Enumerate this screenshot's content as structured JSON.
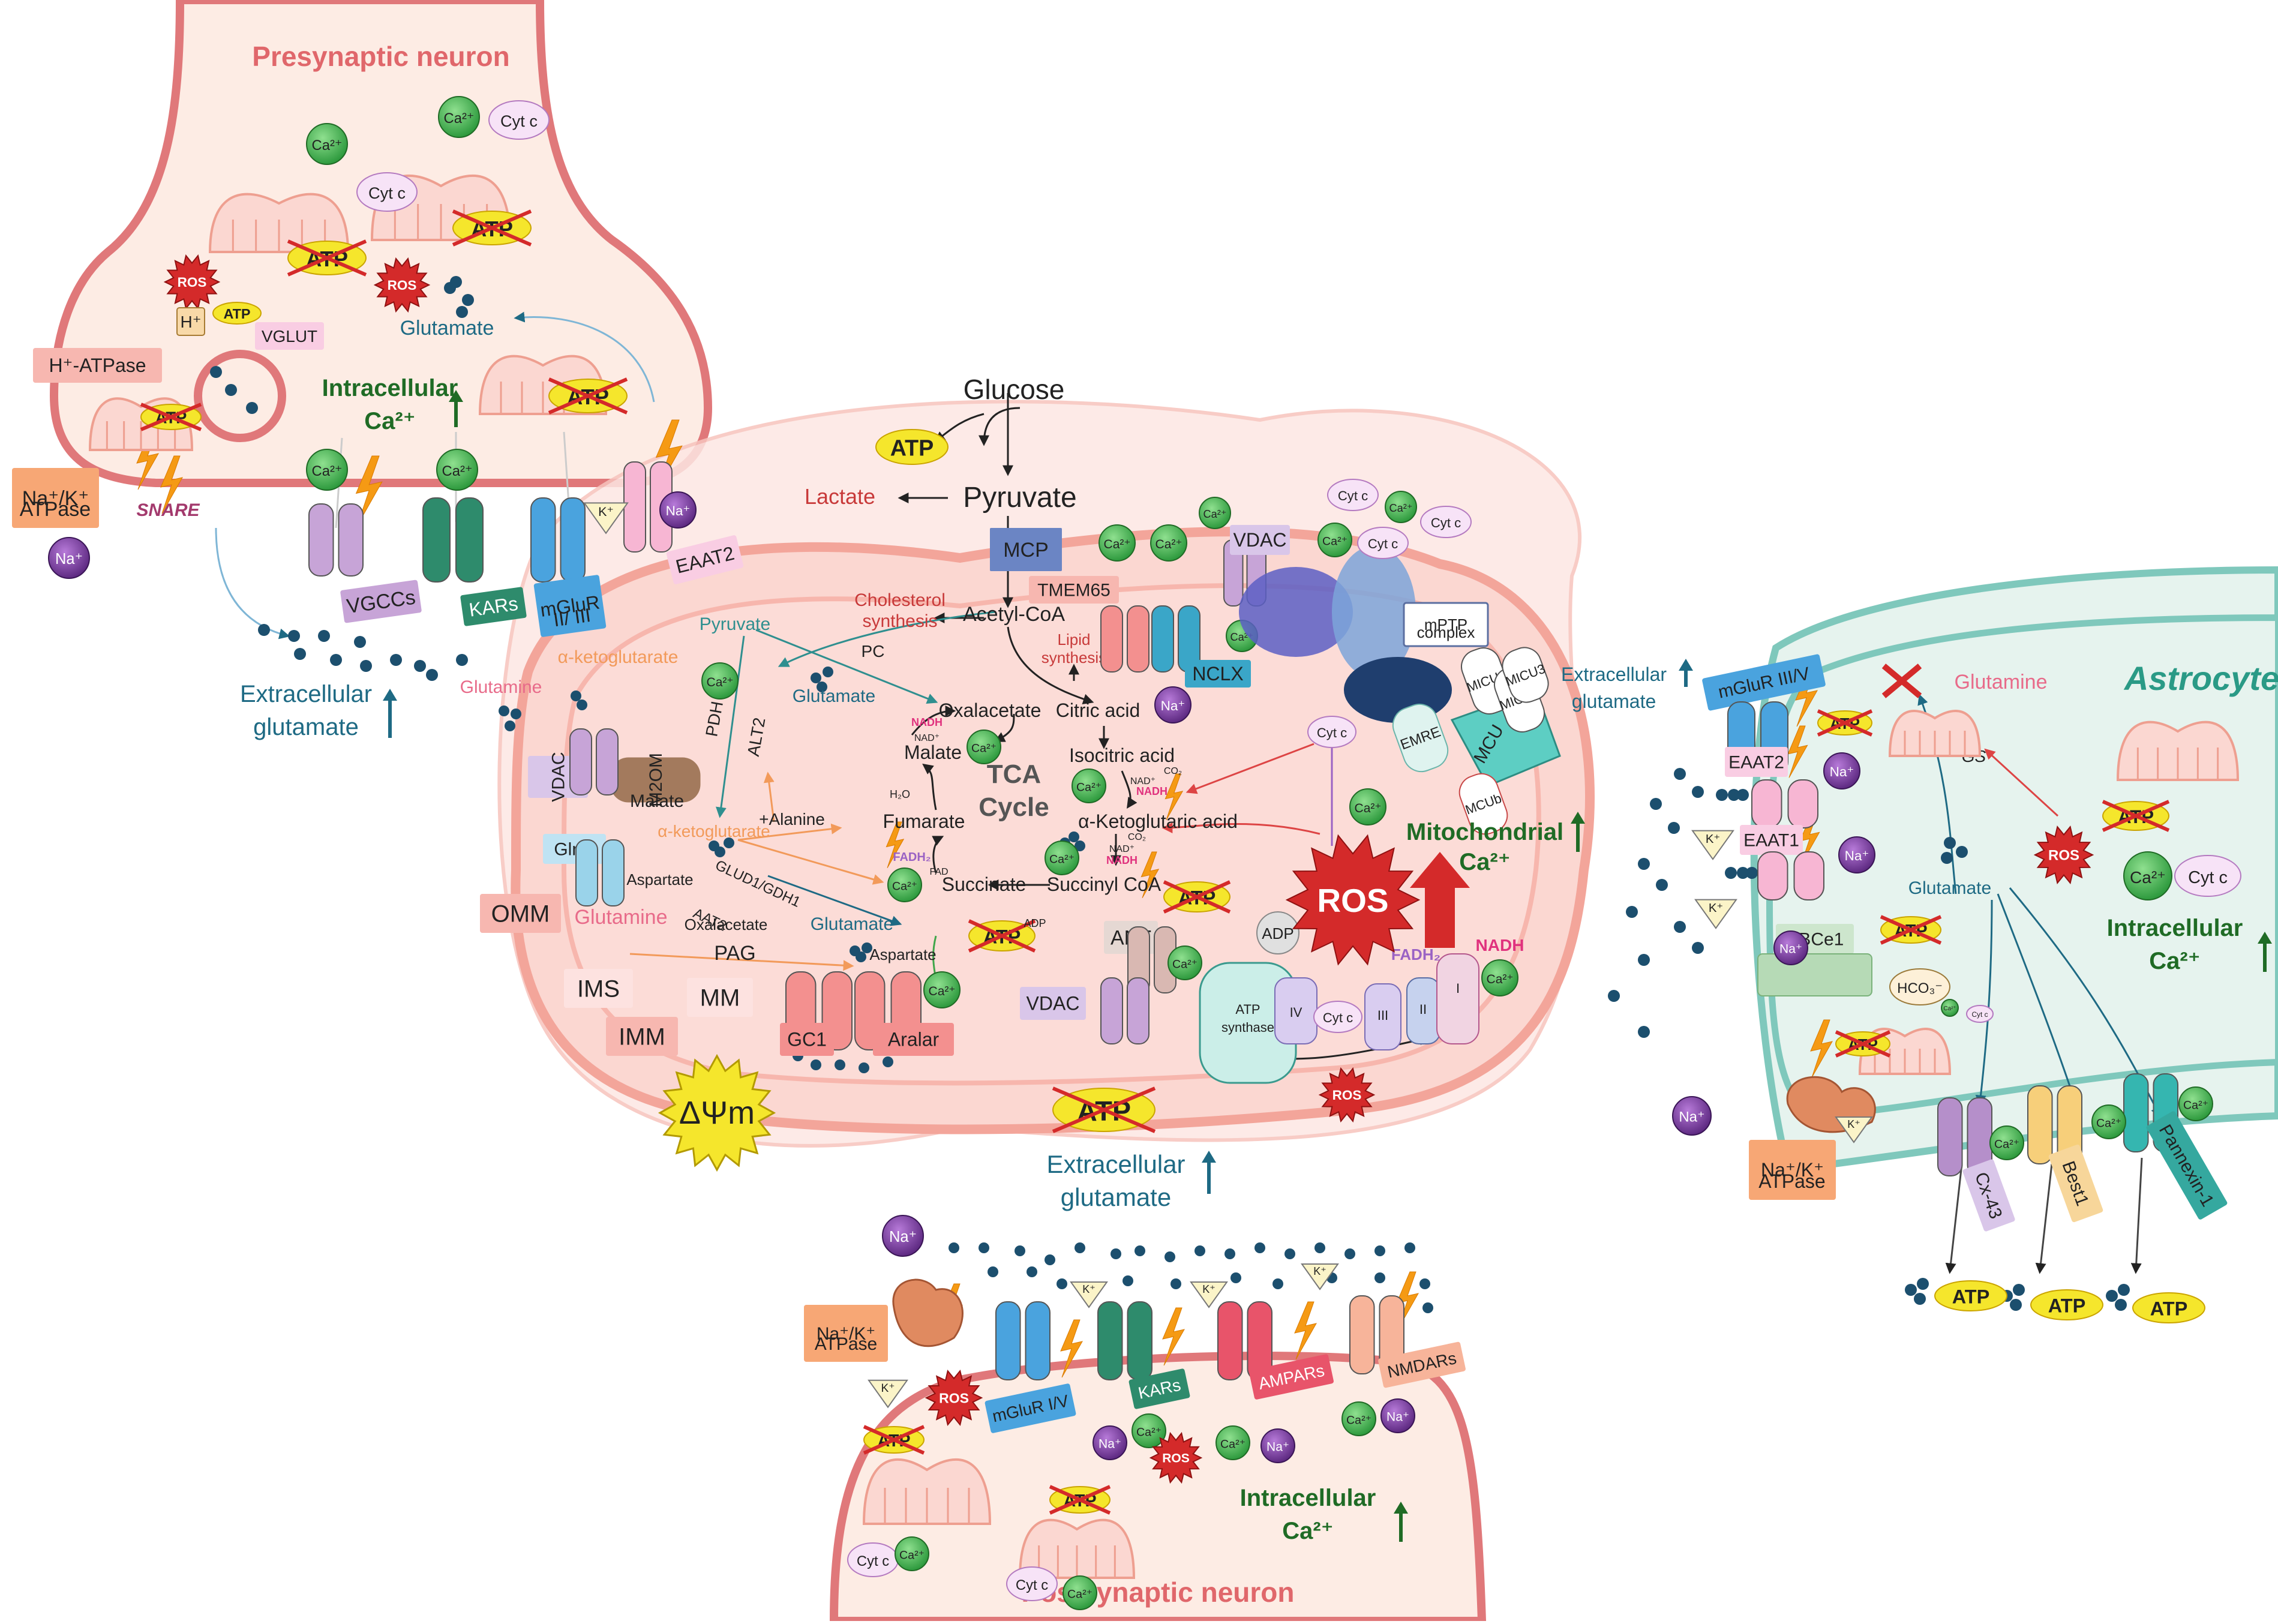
{
  "presynaptic": {
    "title": "Presynaptic neuron",
    "intracellular_label": "Intracellular",
    "extracellular_label": "Extracellular",
    "glutamate_label": "glutamate",
    "h_atpase": "H⁺-ATPase",
    "na_k_atpase_line1": "Na⁺/K⁺",
    "na_k_atpase_line2": "ATPase",
    "vglut": "VGLUT",
    "snare": "SNARE",
    "glutamate": "Glutamate",
    "vgccs": "VGCCs",
    "kars": "KARs",
    "mglur_line1": "mGluR",
    "mglur_line2": "II/ III",
    "eaat2": "EAAT2"
  },
  "species": {
    "ca": "Ca²⁺",
    "na": "Na⁺",
    "k": "K⁺",
    "h": "H⁺",
    "cytc": "Cyt c",
    "atp": "ATP",
    "ros": "ROS",
    "adp": "ADP",
    "hco3": "HCO₃⁻"
  },
  "metabolism": {
    "glucose": "Glucose",
    "atp": "ATP",
    "pyruvate": "Pyruvate",
    "lactate": "Lactate",
    "mcp": "MCP",
    "acetyl_coa": "Acetyl-CoA",
    "cholesterol_line1": "Cholesterol",
    "cholesterol_line2": "synthesis",
    "lipid_line1": "Lipid",
    "lipid_line2": "synthesis",
    "tmem65": "TMEM65",
    "nclx": "NCLX",
    "vdac": "VDAC",
    "mptp_line1": "mPTP",
    "mptp_line2": "complex",
    "pyruvate_small": "Pyruvate",
    "pc": "PC",
    "pdh": "PDH",
    "alt2": "ALT2",
    "glutamate": "Glutamate",
    "glutamine": "Glutamine",
    "akg": "α-ketoglutarate",
    "m2om": "M2OM",
    "malate": "Malate",
    "alanine": "+Alanine",
    "akg2": "α-ketoglutarate",
    "glnc": "GlnC",
    "aspartate": "Aspartate",
    "aat2": "AAT2",
    "oxalacetate_small": "Oxalacetate",
    "glud": "GLUD1/GDH1",
    "glutamate2": "Glutamate",
    "omm": "OMM",
    "glutamine2": "Glutamine",
    "pag": "PAG",
    "ims": "IMS",
    "mm": "MM",
    "imm": "IMM",
    "aspartate2": "Aspartate",
    "gc1": "GC1",
    "aralar": "Aralar",
    "delta_psi": "ΔΨm",
    "oxalacetate": "Oxalacetate",
    "citric_acid": "Citric acid",
    "isocitric_acid": "Isocitric acid",
    "akg_acid": "α-Ketoglutaric acid",
    "succinyl_coa": "Succinyl CoA",
    "succinate": "Succinate",
    "fumarate": "Fumarate",
    "malate_tca": "Malate",
    "tca_line1": "TCA",
    "tca_line2": "Cycle",
    "nadh": "NADH",
    "nad": "NAD⁺",
    "fadh2": "FADH₂",
    "fad": "FAD",
    "co2": "CO₂",
    "h2o": "H₂O",
    "ant": "ANT",
    "vdac2": "VDAC",
    "atp_synthase_line1": "ATP",
    "atp_synthase_line2": "synthase",
    "complex_i": "I",
    "complex_ii": "II",
    "complex_iii": "III",
    "complex_iv": "IV",
    "emre": "EMRE",
    "mcu": "MCU",
    "micu1": "MICU1",
    "micu2": "MICU2",
    "micu3": "MICU3",
    "mcub": "MCUb",
    "mito_ca_line1": "Mitochondrial",
    "mito_ca_line2": "Ca²⁺"
  },
  "astrocyte": {
    "title": "Astrocyte",
    "extracellular_line1": "Extracellular",
    "extracellular_line2": "glutamate",
    "mglur": "mGluR III/V",
    "glutamine": "Glutamine",
    "gs": "GS",
    "eaat2": "EAAT2",
    "eaat1": "EAAT1",
    "glutamate": "Glutamate",
    "nbce1": "NBCe1",
    "intracellular_line1": "Intracellular",
    "intracellular_line2": "Ca²⁺",
    "na_k_line1": "Na⁺/K⁺",
    "na_k_line2": "ATPase",
    "cx43": "Cx-43",
    "best1": "Best1",
    "pannexin": "Pannexin-1"
  },
  "postsynaptic": {
    "title": "Postsynaptic neuron",
    "extracellular_line1": "Extracellular",
    "extracellular_line2": "glutamate",
    "na_k_line1": "Na⁺/K⁺",
    "na_k_line2": "ATPase",
    "mglur": "mGluR I/V",
    "kars": "KARs",
    "ampars": "AMPARs",
    "nmdars": "NMDARs",
    "intracellular_line1": "Intracellular",
    "intracellular_line2": "Ca²⁺"
  },
  "colors": {
    "neuron_fill": "#fdece4",
    "neuron_edge": "#e0787a",
    "astro_fill": "#e6f3ee",
    "astro_edge": "#7fc8bc",
    "mito_fill": "#fbd7d1",
    "glutamate_dot": "#1c4f6e",
    "ca_green": "#3fa64a",
    "na_purple": "#7b3fa0",
    "atp_yellow": "#f5e62c",
    "ros_red": "#d42a2a",
    "dark_green_text": "#1f6b25",
    "teal_text": "#1e6a84",
    "title_pink": "#e0676b",
    "astro_title": "#2a9a86"
  }
}
